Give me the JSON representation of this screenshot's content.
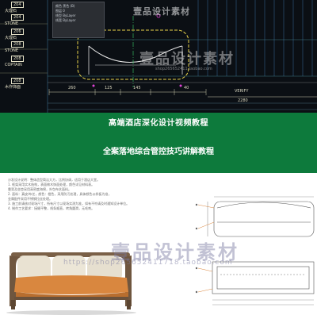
{
  "cad": {
    "tags": [
      {
        "code": "204",
        "material": "大理石"
      },
      {
        "code": "204",
        "material": "STONE"
      },
      {
        "code": "206",
        "material": "大理石"
      },
      {
        "code": "208",
        "material": "STONE"
      },
      {
        "code": "208",
        "material": "COPTAIN"
      },
      {
        "code": "208",
        "material": "木作饰面"
      }
    ],
    "properties": [
      "颜色   黑色 (B)",
      "图层   0",
      "线型   ByLayer",
      "线宽   ByLayer"
    ],
    "dimensions": [
      "260",
      "125",
      "145",
      "40"
    ],
    "verify_label": "VERIFY",
    "verify_value": "2280",
    "watermark_cn": "壹品设计素材",
    "watermark_big": "壹品设计素材",
    "watermark_url": "shop265652411.taobao.com"
  },
  "banner": {
    "line1": "高端酒店深化设计视频教程",
    "line2": "全案落地综合管控技巧讲解教程",
    "bg_color": "#0d7a3c",
    "text_color": "#ffffff"
  },
  "doc": {
    "lines": [
      "沙发设计说明：整体造型简洁大方，比例协调，适用于酒店大堂。",
      "",
      "1. 框架采用实木结构，表面做木饰面处理，颜色详见材料表。",
      "   靠背及坐垫采用高密度海绵，外包布艺面料。",
      "",
      "2. 面料：真皮/布艺，颜色：橙色，采用防污处理，具体颜色以样板为准，",
      "   金属配件采用不锈钢拉丝处理。",
      "",
      "3. 施工前请核对现场尺寸，所有尺寸以现场实测为准，如有不符请及时通知设计单位。",
      "",
      "4. 制作工艺要求：接缝平整，线条顺直，转角圆滑，无毛刺。"
    ],
    "watermark_big": "壹品设计素材",
    "watermark_url": "https://shop265652411718.taobao.com"
  }
}
